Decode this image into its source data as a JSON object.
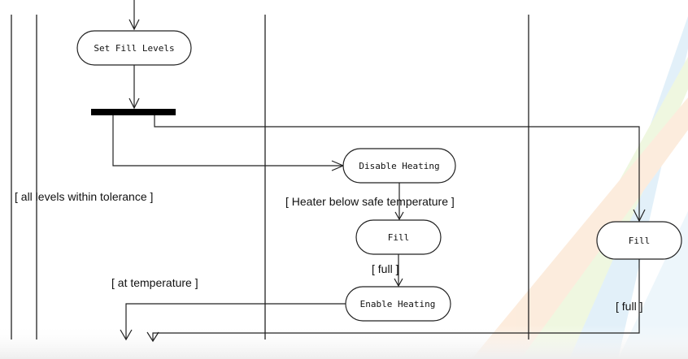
{
  "nodes": {
    "set_fill_levels": "Set Fill Levels",
    "disable_heating": "Disable Heating",
    "fill_center": "Fill",
    "fill_right": "Fill",
    "enable_heating": "Enable Heating"
  },
  "guards": {
    "all_levels": "[ all levels within tolerance ]",
    "heater_below": "[ Heater below safe temperature ]",
    "full_center": "[ full ]",
    "at_temperature": "[ at temperature ]",
    "full_right": "[ full ]"
  },
  "colors": {
    "line": "#222222",
    "bar": "#000000",
    "watermark_blue": "#cfe6f5",
    "watermark_green": "#e6f2c9",
    "watermark_orange": "#fbe1c8"
  }
}
